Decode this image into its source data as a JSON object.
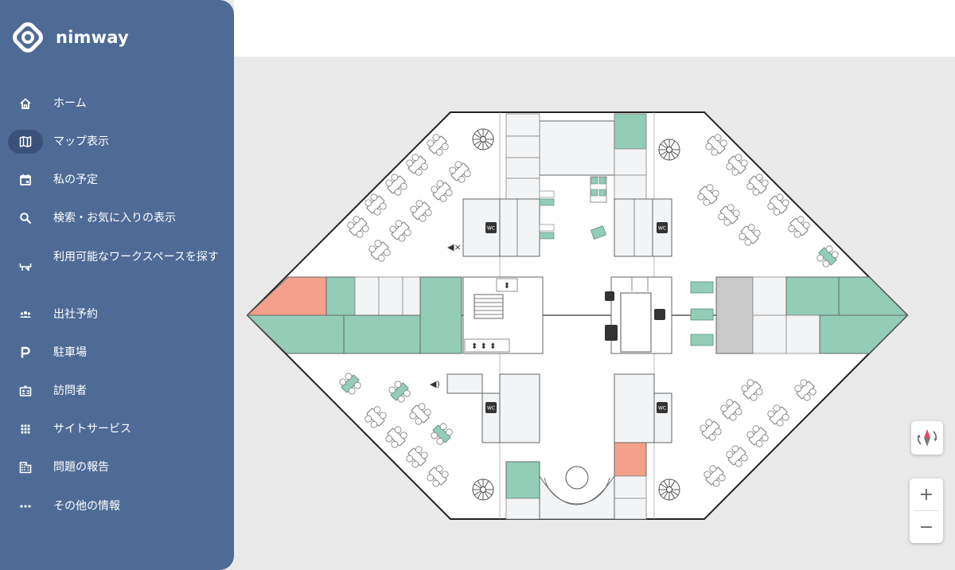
{
  "brand": {
    "name": "nimway"
  },
  "sidebar": {
    "items": [
      {
        "icon": "home-icon",
        "label": "ホーム",
        "active": false
      },
      {
        "icon": "map-icon",
        "label": "マップ表示",
        "active": true
      },
      {
        "icon": "calendar-icon",
        "label": "私の予定",
        "active": false
      },
      {
        "icon": "search-icon",
        "label": "検索・お気に入りの表示",
        "active": false
      },
      {
        "icon": "desk-icon",
        "label": "利用可能なワークスペースを探す",
        "active": false
      },
      {
        "icon": "people-icon",
        "label": "出社予約",
        "active": false
      },
      {
        "icon": "parking-icon",
        "label": "駐車場",
        "active": false
      },
      {
        "icon": "visitor-badge-icon",
        "label": "訪問者",
        "active": false
      },
      {
        "icon": "grid-icon",
        "label": "サイトサービス",
        "active": false
      },
      {
        "icon": "building-icon",
        "label": "問題の報告",
        "active": false
      },
      {
        "icon": "more-icon",
        "label": "その他の情報",
        "active": false
      }
    ]
  },
  "map": {
    "wc_label": "WC",
    "colors": {
      "available": "#93cdb7",
      "booked": "#f4a08a",
      "unavailable": "#c9c9c9",
      "sidebar": "#4e6b96"
    }
  },
  "controls": {
    "zoom_in": "+",
    "zoom_out": "−"
  }
}
